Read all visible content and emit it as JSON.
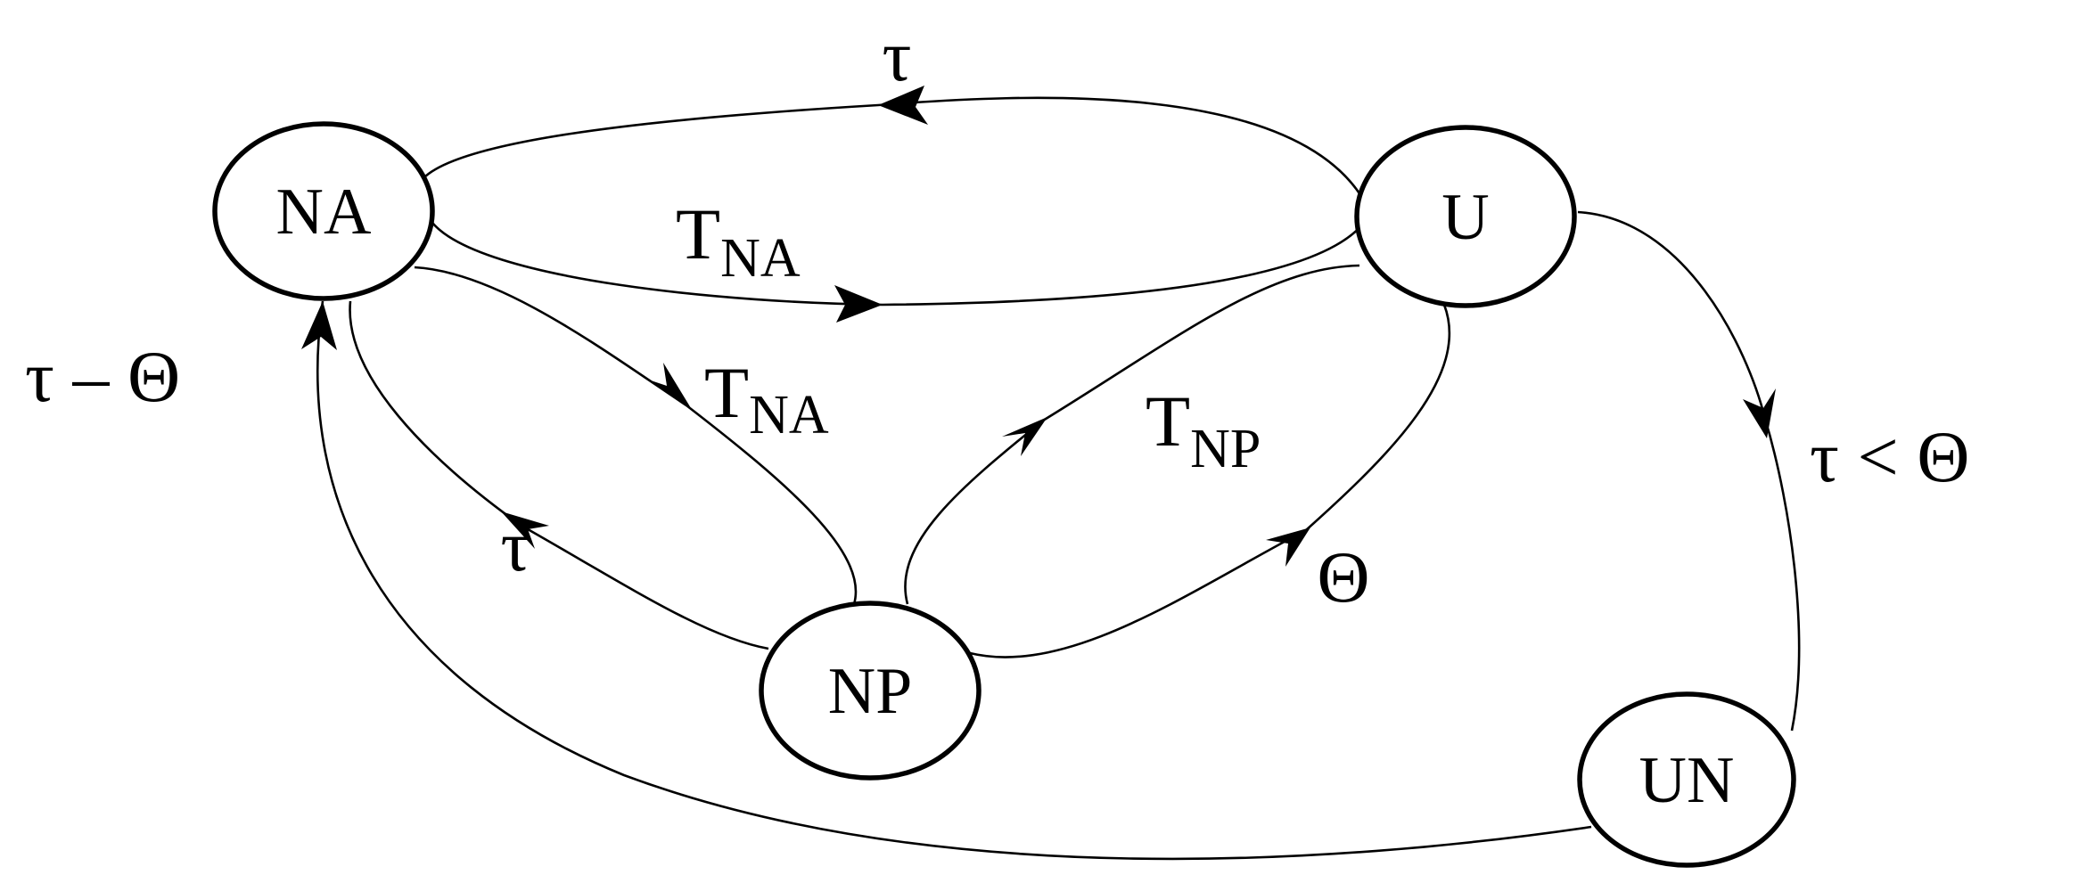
{
  "states": {
    "na": "NA",
    "u": "U",
    "np": "NP",
    "un": "UN"
  },
  "transitions": {
    "u_to_na": {
      "symbol": "τ"
    },
    "na_to_u": {
      "symbol": "T",
      "subscript": "NA"
    },
    "na_to_np": {
      "symbol": "T",
      "subscript": "NA"
    },
    "np_to_na": {
      "symbol": "τ"
    },
    "np_to_u": {
      "symbol": "T",
      "subscript": "NP"
    },
    "u_to_np": {
      "symbol": "Θ"
    },
    "u_to_un": {
      "symbol": "τ <  Θ"
    },
    "un_to_na": {
      "symbol": "τ – Θ"
    }
  }
}
